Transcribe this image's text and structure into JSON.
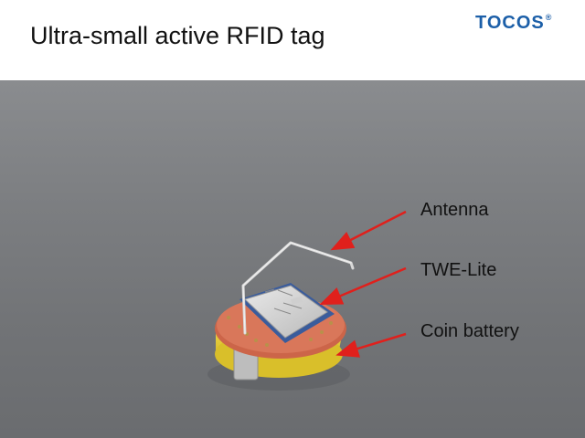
{
  "slide": {
    "title": "Ultra-small active RFID tag",
    "logo_text": "TOCOS",
    "logo_mark": "®",
    "logo_color": "#1c5fa8"
  },
  "labels": {
    "antenna": "Antenna",
    "twe_lite": "TWE-Lite",
    "coin_battery": "Coin battery"
  },
  "colors": {
    "arrow": "#e0201c",
    "background_photo": "#7c7e81",
    "pcb": "#d46a4f",
    "battery": "#e7cf2d"
  }
}
